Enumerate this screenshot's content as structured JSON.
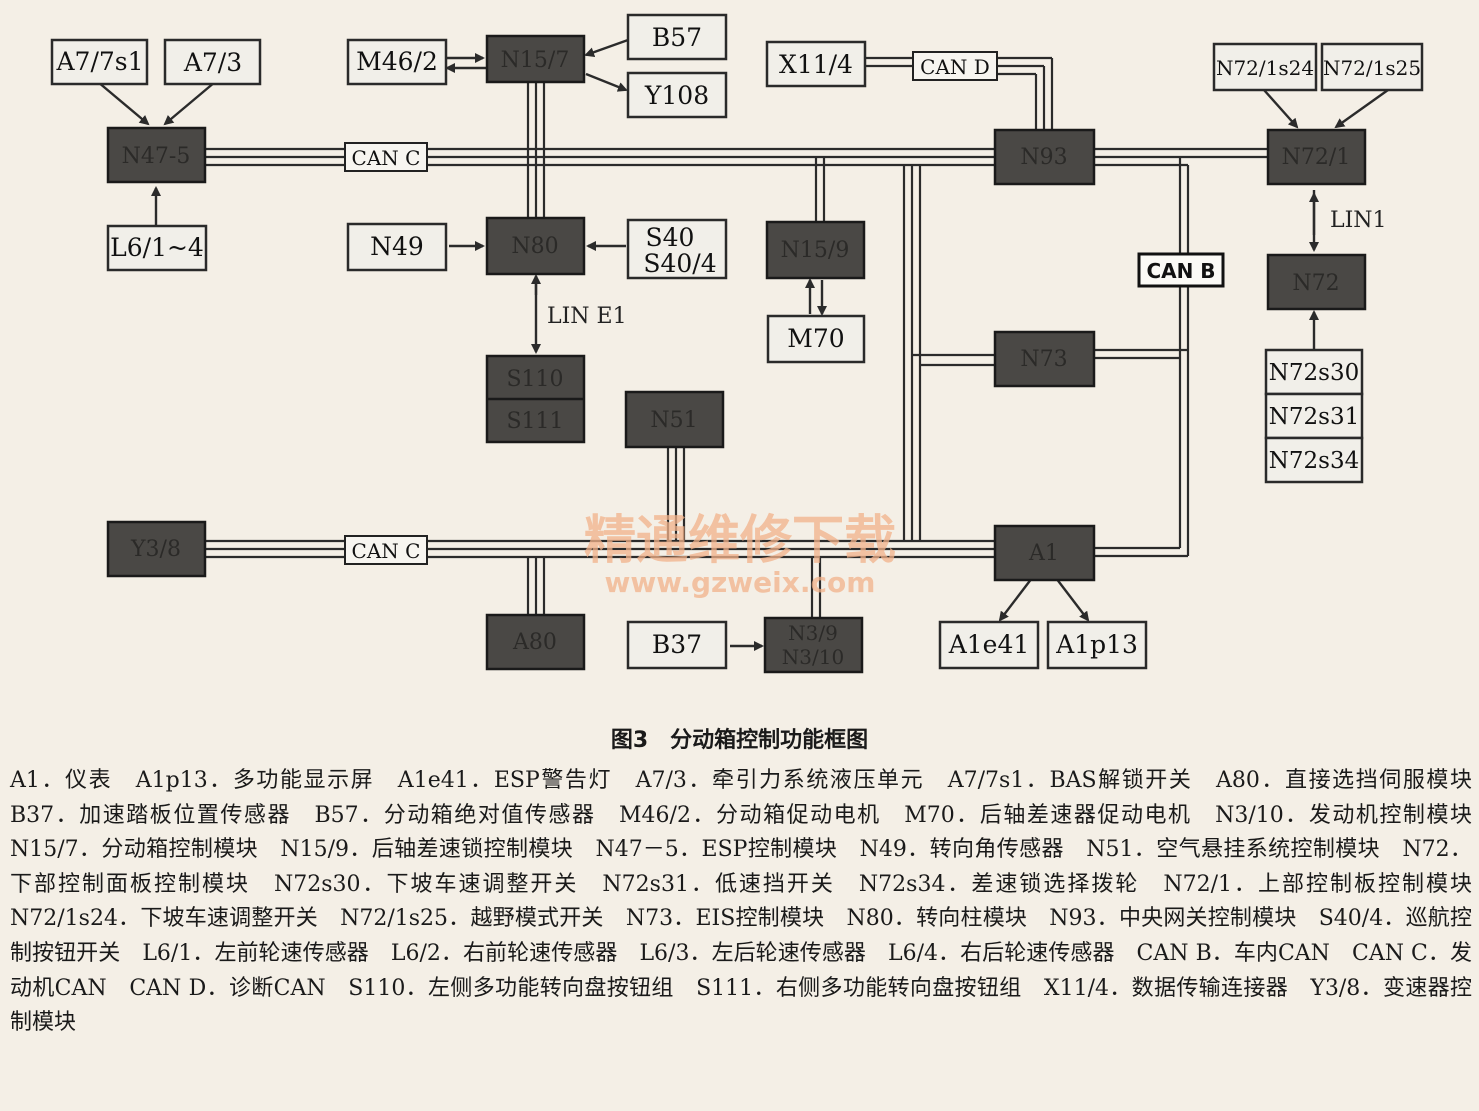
{
  "nodes": {
    "a77s1": "A7/7s1",
    "a73": "A7/3",
    "n475": "N47-5",
    "l61": "L6/1~4",
    "m462": "M46/2",
    "n157": "N15/7",
    "b57": "B57",
    "y108": "Y108",
    "n49": "N49",
    "n80": "N80",
    "s40": "S40",
    "s404": "S40/4",
    "s110": "S110",
    "s111": "S111",
    "n159": "N15/9",
    "m70": "M70",
    "x114": "X11/4",
    "n93": "N93",
    "n73": "N73",
    "n72s24": "N72/1s24",
    "n72s25": "N72/1s25",
    "n721": "N72/1",
    "n72": "N72",
    "n72s30": "N72s30",
    "n72s31": "N72s31",
    "n72s34": "N72s34",
    "n51": "N51",
    "y38": "Y3/8",
    "a80": "A80",
    "b37": "B37",
    "n39": "N3/9",
    "n310": "N3/10",
    "a1": "A1",
    "a1e41": "A1e41",
    "a1p13": "A1p13"
  },
  "buses": {
    "can_c_top": "CAN C",
    "can_c_bottom": "CAN C",
    "can_d": "CAN D",
    "can_b": "CAN B",
    "lin_e1": "LIN E1",
    "lin1": "LIN1"
  },
  "watermark": {
    "line1": "精通维修下载",
    "line2": "www.gzweix.com"
  },
  "caption": "图3　分动箱控制功能框图",
  "legend": "A1．仪表　A1p13．多功能显示屏　A1e41．ESP警告灯　A7/3．牵引力系统液压单元　A7/7s1．BAS解锁开关　A80．直接选挡伺服模块　B37．加速踏板位置传感器　B57．分动箱绝对值传感器　M46/2．分动箱促动电机　M70．后轴差速器促动电机　N3/10．发动机控制模块　N15/7．分动箱控制模块　N15/9．后轴差速锁控制模块　N47－5．ESP控制模块　N49．转向角传感器　N51．空气悬挂系统控制模块　N72．下部控制面板控制模块　N72s30．下坡车速调整开关　N72s31．低速挡开关　N72s34．差速锁选择拨轮　N72/1．上部控制板控制模块　N72/1s24．下坡车速调整开关　N72/1s25．越野模式开关　N73．EIS控制模块　N80．转向柱模块　N93．中央网关控制模块　S40/4．巡航控制按钮开关　L6/1．左前轮速传感器　L6/2．右前轮速传感器　L6/3．左后轮速传感器　L6/4．右后轮速传感器　CAN B．车内CAN　CAN C．发动机CAN　CAN D．诊断CAN　S110．左侧多功能转向盘按钮组　S111．右侧多功能转向盘按钮组　X11/4．数据传输连接器　Y3/8．变速器控制模块"
}
